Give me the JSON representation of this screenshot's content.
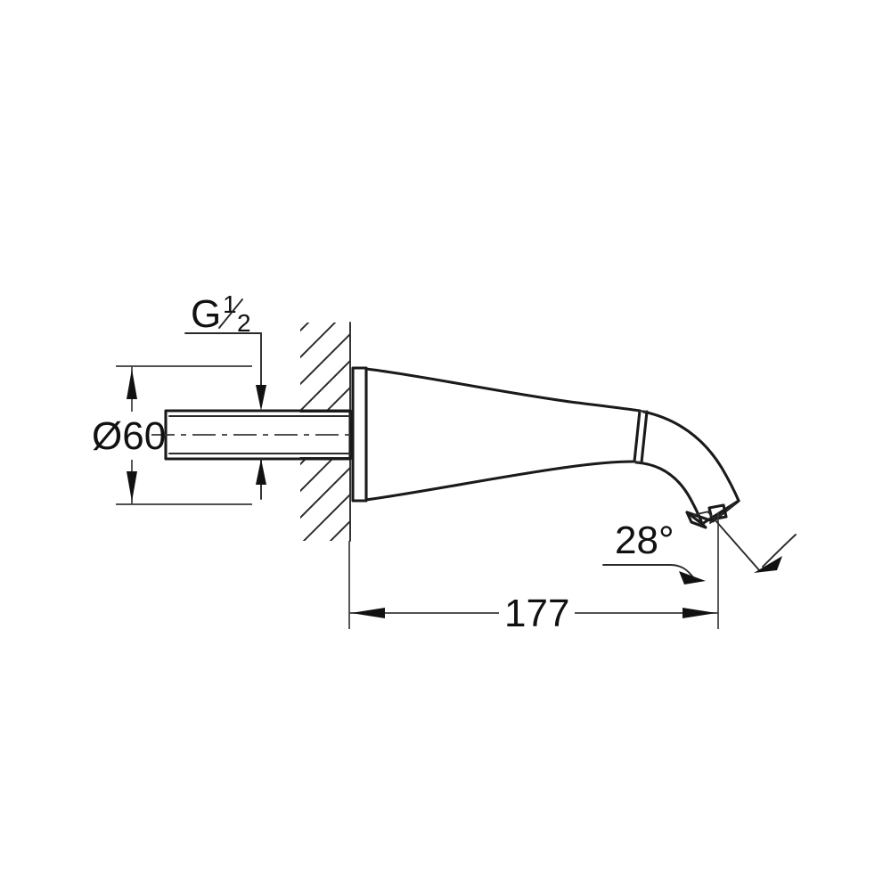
{
  "drawing": {
    "type": "technical-dimensional-drawing",
    "subject": "wall-mounted-spout",
    "background_color": "#ffffff",
    "line_color": "#1a1a1a",
    "dimension_line_color": "#3a3a3a",
    "units": "mm",
    "view": "side-section-elevation"
  },
  "dimensions": {
    "diameter": {
      "label": "Ø60",
      "value": 60,
      "symbol": "Ø",
      "orientation": "vertical",
      "describes": "escutcheon-and-body-diameter"
    },
    "projection": {
      "label": "177",
      "value": 177,
      "orientation": "horizontal",
      "describes": "spout-projection-from-wall"
    },
    "angle": {
      "label": "28°",
      "value": 28,
      "symbol": "°",
      "describes": "outlet-discharge-angle"
    }
  },
  "callouts": {
    "thread": {
      "prefix": "G",
      "fraction_numerator": "1",
      "fraction_denominator": "2",
      "label": "G 1/2",
      "describes": "inlet-thread-size"
    }
  },
  "features": {
    "wall": "hatched-wall-section",
    "thread_pipe": "threaded-inlet-nipple",
    "centerline": "horizontal-axis-centerline",
    "escutcheon": "wall-flange-escutcheon",
    "body": "tapered-curved-spout-body",
    "joint_ring": "body-joint-ring",
    "outlet": "angled-aerator-outlet"
  }
}
